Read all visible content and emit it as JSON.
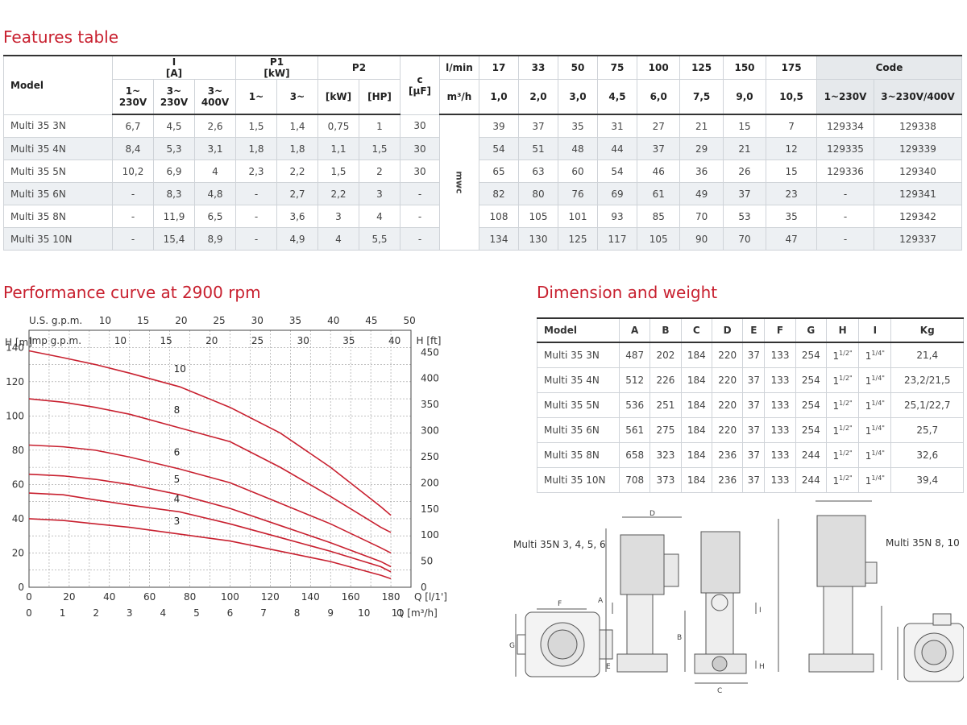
{
  "features": {
    "title": "Features table",
    "head": {
      "model": "Model",
      "current": "I",
      "current_unit": "[A]",
      "p1": "P1",
      "p1_unit": "[kW]",
      "p2": "P2",
      "cap": "c",
      "cap_unit": "[μF]",
      "lmin": "l/min",
      "m3h": "m³/h",
      "code": "Code",
      "sub": [
        "1~ 230V",
        "3~ 230V",
        "3~ 400V",
        "1~",
        "3~",
        "[kW]",
        "[HP]"
      ],
      "code_sub": [
        "1~230V",
        "3~230V/400V"
      ]
    },
    "flow_lmin": [
      "17",
      "33",
      "50",
      "75",
      "100",
      "125",
      "150",
      "175"
    ],
    "flow_m3h": [
      "1,0",
      "2,0",
      "3,0",
      "4,5",
      "6,0",
      "7,5",
      "9,0",
      "10,5"
    ],
    "mwc": "mwc",
    "rows": [
      {
        "model": "Multi 35 3N",
        "cells": [
          "6,7",
          "4,5",
          "2,6",
          "1,5",
          "1,4",
          "0,75",
          "1",
          "30"
        ],
        "heads": [
          "39",
          "37",
          "35",
          "31",
          "27",
          "21",
          "15",
          "7"
        ],
        "codes": [
          "129334",
          "129338"
        ]
      },
      {
        "model": "Multi 35 4N",
        "cells": [
          "8,4",
          "5,3",
          "3,1",
          "1,8",
          "1,8",
          "1,1",
          "1,5",
          "30"
        ],
        "heads": [
          "54",
          "51",
          "48",
          "44",
          "37",
          "29",
          "21",
          "12"
        ],
        "codes": [
          "129335",
          "129339"
        ]
      },
      {
        "model": "Multi 35 5N",
        "cells": [
          "10,2",
          "6,9",
          "4",
          "2,3",
          "2,2",
          "1,5",
          "2",
          "30"
        ],
        "heads": [
          "65",
          "63",
          "60",
          "54",
          "46",
          "36",
          "26",
          "15"
        ],
        "codes": [
          "129336",
          "129340"
        ]
      },
      {
        "model": "Multi 35 6N",
        "cells": [
          "-",
          "8,3",
          "4,8",
          "-",
          "2,7",
          "2,2",
          "3",
          "-"
        ],
        "heads": [
          "82",
          "80",
          "76",
          "69",
          "61",
          "49",
          "37",
          "23"
        ],
        "codes": [
          "-",
          "129341"
        ]
      },
      {
        "model": "Multi 35 8N",
        "cells": [
          "-",
          "11,9",
          "6,5",
          "-",
          "3,6",
          "3",
          "4",
          "-"
        ],
        "heads": [
          "108",
          "105",
          "101",
          "93",
          "85",
          "70",
          "53",
          "35"
        ],
        "codes": [
          "-",
          "129342"
        ]
      },
      {
        "model": "Multi 35 10N",
        "cells": [
          "-",
          "15,4",
          "8,9",
          "-",
          "4,9",
          "4",
          "5,5",
          "-"
        ],
        "heads": [
          "134",
          "130",
          "125",
          "117",
          "105",
          "90",
          "70",
          "47"
        ],
        "codes": [
          "-",
          "129337"
        ]
      }
    ]
  },
  "dimensions": {
    "title": "Dimension and weight",
    "columns": [
      "Model",
      "A",
      "B",
      "C",
      "D",
      "E",
      "F",
      "G",
      "H",
      "I",
      "Kg"
    ],
    "rows": [
      {
        "model": "Multi 35 3N",
        "vals": [
          "487",
          "202",
          "184",
          "220",
          "37",
          "133",
          "254"
        ],
        "kg": "21,4"
      },
      {
        "model": "Multi 35 4N",
        "vals": [
          "512",
          "226",
          "184",
          "220",
          "37",
          "133",
          "254"
        ],
        "kg": "23,2/21,5"
      },
      {
        "model": "Multi 35 5N",
        "vals": [
          "536",
          "251",
          "184",
          "220",
          "37",
          "133",
          "254"
        ],
        "kg": "25,1/22,7"
      },
      {
        "model": "Multi 35 6N",
        "vals": [
          "561",
          "275",
          "184",
          "220",
          "37",
          "133",
          "254"
        ],
        "kg": "25,7"
      },
      {
        "model": "Multi 35 8N",
        "vals": [
          "658",
          "323",
          "184",
          "236",
          "37",
          "133",
          "244"
        ],
        "kg": "32,6"
      },
      {
        "model": "Multi 35 10N",
        "vals": [
          "708",
          "373",
          "184",
          "236",
          "37",
          "133",
          "244"
        ],
        "kg": "39,4"
      }
    ],
    "thread_h": {
      "whole": "1",
      "frac": "1/2\""
    },
    "thread_i": {
      "whole": "1",
      "frac": "1/4\""
    },
    "drawing_labels": {
      "small": "Multi 35N 3, 4, 5, 6",
      "large": "Multi 35N 8, 10",
      "letters": [
        "A",
        "B",
        "C",
        "D",
        "E",
        "F",
        "G",
        "H",
        "I"
      ]
    }
  },
  "chart_data": {
    "type": "line",
    "title": "Performance curve at 2900 rpm",
    "xlabel": "Q [l/1']",
    "xlabel2": "Q [m³/h]",
    "ylabel": "H [m]",
    "ylabel_right": "H [ft]",
    "top_axis1_label": "U.S. g.p.m.",
    "top_axis2_label": "Imp g.p.m.",
    "xlim": [
      0,
      190
    ],
    "ylim": [
      0,
      150
    ],
    "x_ticks": [
      0,
      20,
      40,
      60,
      80,
      100,
      120,
      140,
      160,
      180
    ],
    "x2_ticks": [
      0,
      1,
      2,
      3,
      4,
      5,
      6,
      7,
      8,
      9,
      10,
      11
    ],
    "y_ticks": [
      0,
      20,
      40,
      60,
      80,
      100,
      120,
      140
    ],
    "y_right_ticks": [
      0,
      50,
      100,
      150,
      200,
      250,
      300,
      350,
      400,
      450
    ],
    "us_gpm_ticks": [
      10,
      15,
      20,
      25,
      30,
      35,
      40,
      45,
      50
    ],
    "imp_gpm_ticks": [
      10,
      15,
      20,
      25,
      30,
      35,
      40
    ],
    "grid": true,
    "series": [
      {
        "name": "10",
        "x": [
          0,
          17,
          33,
          50,
          75,
          100,
          125,
          150,
          175,
          180
        ],
        "y": [
          138,
          134,
          130,
          125,
          117,
          105,
          90,
          70,
          47,
          42
        ]
      },
      {
        "name": "8",
        "x": [
          0,
          17,
          33,
          50,
          75,
          100,
          125,
          150,
          175,
          180
        ],
        "y": [
          110,
          108,
          105,
          101,
          93,
          85,
          70,
          53,
          35,
          32
        ]
      },
      {
        "name": "6",
        "x": [
          0,
          17,
          33,
          50,
          75,
          100,
          125,
          150,
          175,
          180
        ],
        "y": [
          83,
          82,
          80,
          76,
          69,
          61,
          49,
          37,
          23,
          20
        ]
      },
      {
        "name": "5",
        "x": [
          0,
          17,
          33,
          50,
          75,
          100,
          125,
          150,
          175,
          180
        ],
        "y": [
          66,
          65,
          63,
          60,
          54,
          46,
          36,
          26,
          15,
          12
        ]
      },
      {
        "name": "4",
        "x": [
          0,
          17,
          33,
          50,
          75,
          100,
          125,
          150,
          175,
          180
        ],
        "y": [
          55,
          54,
          51,
          48,
          44,
          37,
          29,
          21,
          12,
          9
        ]
      },
      {
        "name": "3",
        "x": [
          0,
          17,
          33,
          50,
          75,
          100,
          125,
          150,
          175,
          180
        ],
        "y": [
          40,
          39,
          37,
          35,
          31,
          27,
          21,
          15,
          7,
          5
        ]
      }
    ],
    "series_label_positions_x": [
      57,
      57,
      57,
      57,
      57,
      57
    ],
    "curve_color": "#c8202f"
  }
}
